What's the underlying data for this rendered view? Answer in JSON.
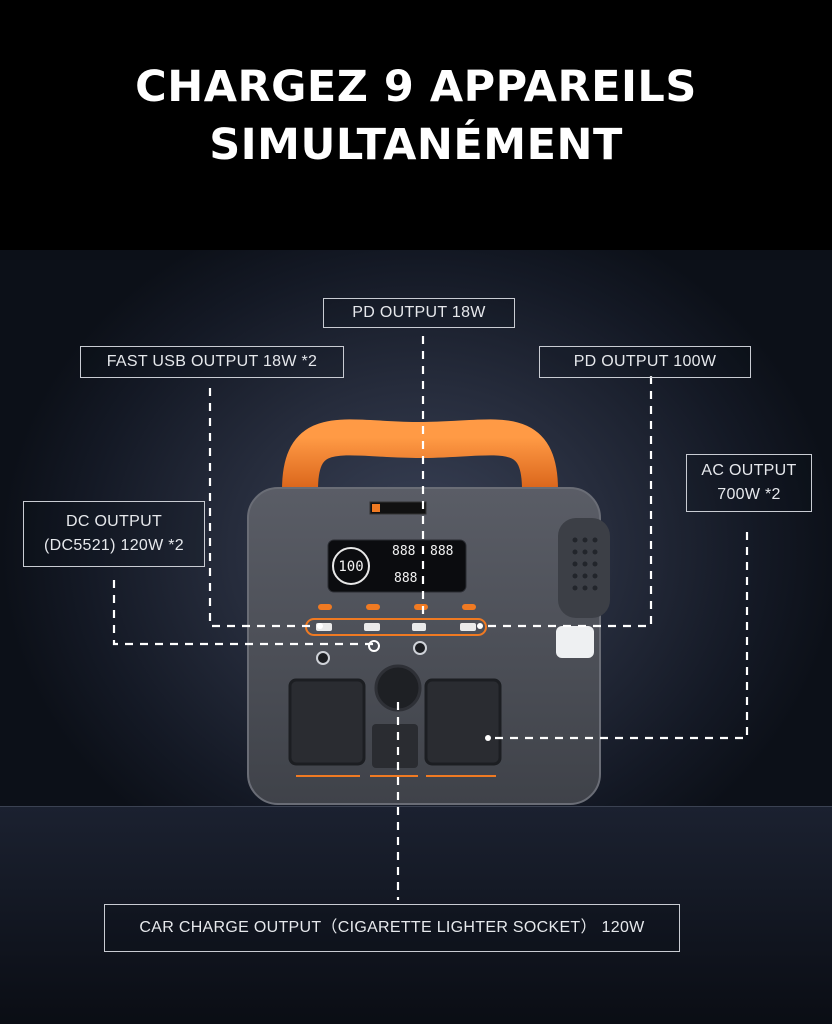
{
  "headline": {
    "line1": "CHARGEZ 9 APPAREILS",
    "line2": "SIMULTANÉMENT"
  },
  "labels": {
    "pd18": "PD OUTPUT 18W",
    "fast_usb": "FAST USB OUTPUT 18W *2",
    "pd100": "PD OUTPUT 100W",
    "ac_line1": "AC OUTPUT",
    "ac_line2": "700W *2",
    "dc_line1": "DC OUTPUT",
    "dc_line2": "(DC5521) 120W *2",
    "car": "CAR CHARGE OUTPUT（CIGARETTE LIGHTER SOCKET） 120W"
  },
  "display": {
    "battery": "100",
    "input": "888",
    "output": "888",
    "bottom": "888"
  },
  "colors": {
    "accent": "#f07a22",
    "body": "#4a4d55",
    "dashes": "#ffffff"
  }
}
